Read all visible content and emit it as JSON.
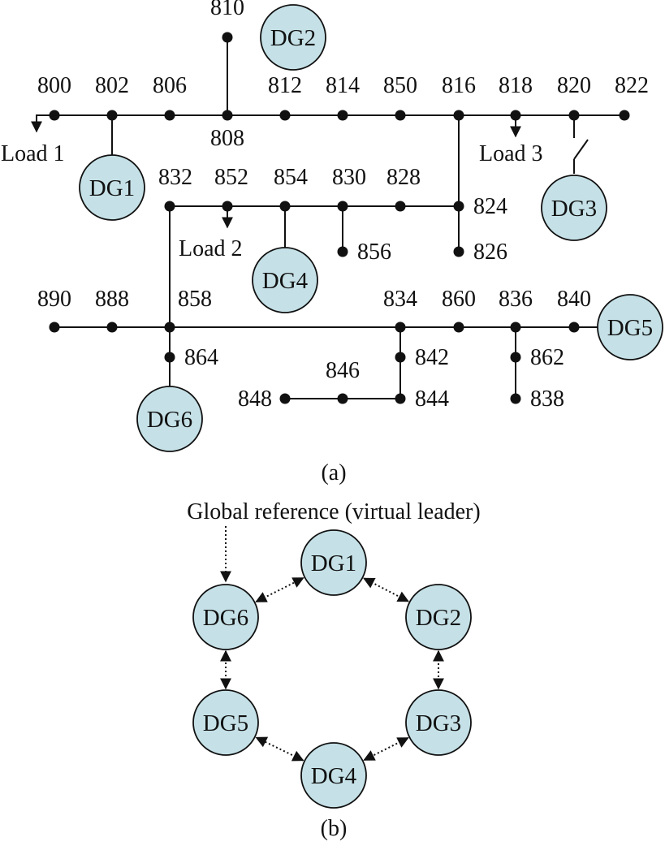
{
  "panel_a": {
    "caption": "(a)",
    "buses": [
      "800",
      "802",
      "806",
      "808",
      "810",
      "812",
      "814",
      "850",
      "816",
      "818",
      "820",
      "822",
      "824",
      "826",
      "828",
      "830",
      "854",
      "856",
      "852",
      "832",
      "858",
      "888",
      "890",
      "864",
      "834",
      "842",
      "844",
      "846",
      "848",
      "860",
      "836",
      "840",
      "862",
      "838"
    ],
    "loads": [
      "Load 1",
      "Load 2",
      "Load 3"
    ],
    "generators": [
      "DG1",
      "DG2",
      "DG3",
      "DG4",
      "DG5",
      "DG6"
    ]
  },
  "panel_b": {
    "caption": "(b)",
    "reference_label": "Global reference (virtual leader)",
    "nodes": [
      "DG1",
      "DG2",
      "DG3",
      "DG4",
      "DG5",
      "DG6"
    ]
  },
  "colors": {
    "node_fill": "#c5e1e7",
    "line": "#111111",
    "text": "#111111"
  }
}
